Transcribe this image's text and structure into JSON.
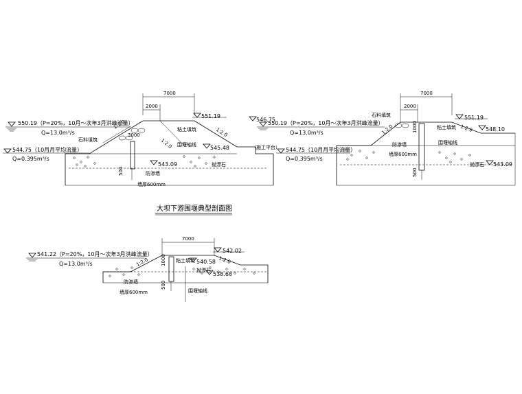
{
  "title": "大坝下游围堰典型剖面图",
  "left_section": {
    "dim_top": "7000",
    "dim_sub": "2000",
    "dim_mid": "3000",
    "dim_small": "500",
    "wl_high": "550.19（P=20%，10月～次年3月洪峰流量）",
    "q_high": "Q=13.0m³/s",
    "wl_low": "544.75（10月月平均流量）",
    "q_low": "Q=0.395m³/s",
    "crest": "551.19",
    "right_elev": "545.48",
    "base_elev": "543.09",
    "far_elev": "546.75",
    "slope_a": "1:2.0",
    "slope_b": "1:2.0",
    "slope_c": "1:2.0",
    "lbl_rockfill": "石料填筑",
    "lbl_clay": "粘土填筑",
    "lbl_axis": "围堰轴线",
    "lbl_cutoff": "防渗墙",
    "lbl_wall": "墙厚600mm",
    "lbl_riprap": "抛漂石",
    "lbl_platform": "（施工平台）"
  },
  "right_section": {
    "dim_top": "7000",
    "dim_sub": "2000",
    "dim_v": "1000",
    "dim_small": "500",
    "wl_high": "550.19（P=20%，10月～次年3月洪峰流量）",
    "q_high": "Q=13.0m³/s",
    "wl_low": "544.75（10月月平均流量）",
    "q_low": "Q=0.395m³/s",
    "crest": "551.19",
    "right_elev": "548.10",
    "base_elev": "543.09",
    "slope_a": "1:2.0",
    "slope_b": "1:2.0",
    "lbl_rockfill": "石料填筑",
    "lbl_clay": "粘土填筑",
    "lbl_axis": "围堰轴线",
    "lbl_cutoff": "防渗墙",
    "lbl_wall": "墙厚600mm",
    "lbl_riprap": "抛漂石"
  },
  "bottom_section": {
    "dim_top": "7000",
    "dim_v": "1000",
    "dim_small": "500",
    "wl_high": "541.22（P=20%，10月～次年3月洪峰流量）",
    "q_high": "Q=13.0m³/s",
    "crest": "542.02",
    "mid_elev": "540.58",
    "base_elev": "538.68",
    "slope_a": "1:2.0",
    "slope_b": "1:2.0",
    "lbl_clay": "粘土填筑",
    "lbl_axis": "围堰轴线",
    "lbl_cutoff": "防渗墙",
    "lbl_wall": "墙厚600mm",
    "lbl_riprap": "抛漂石"
  }
}
